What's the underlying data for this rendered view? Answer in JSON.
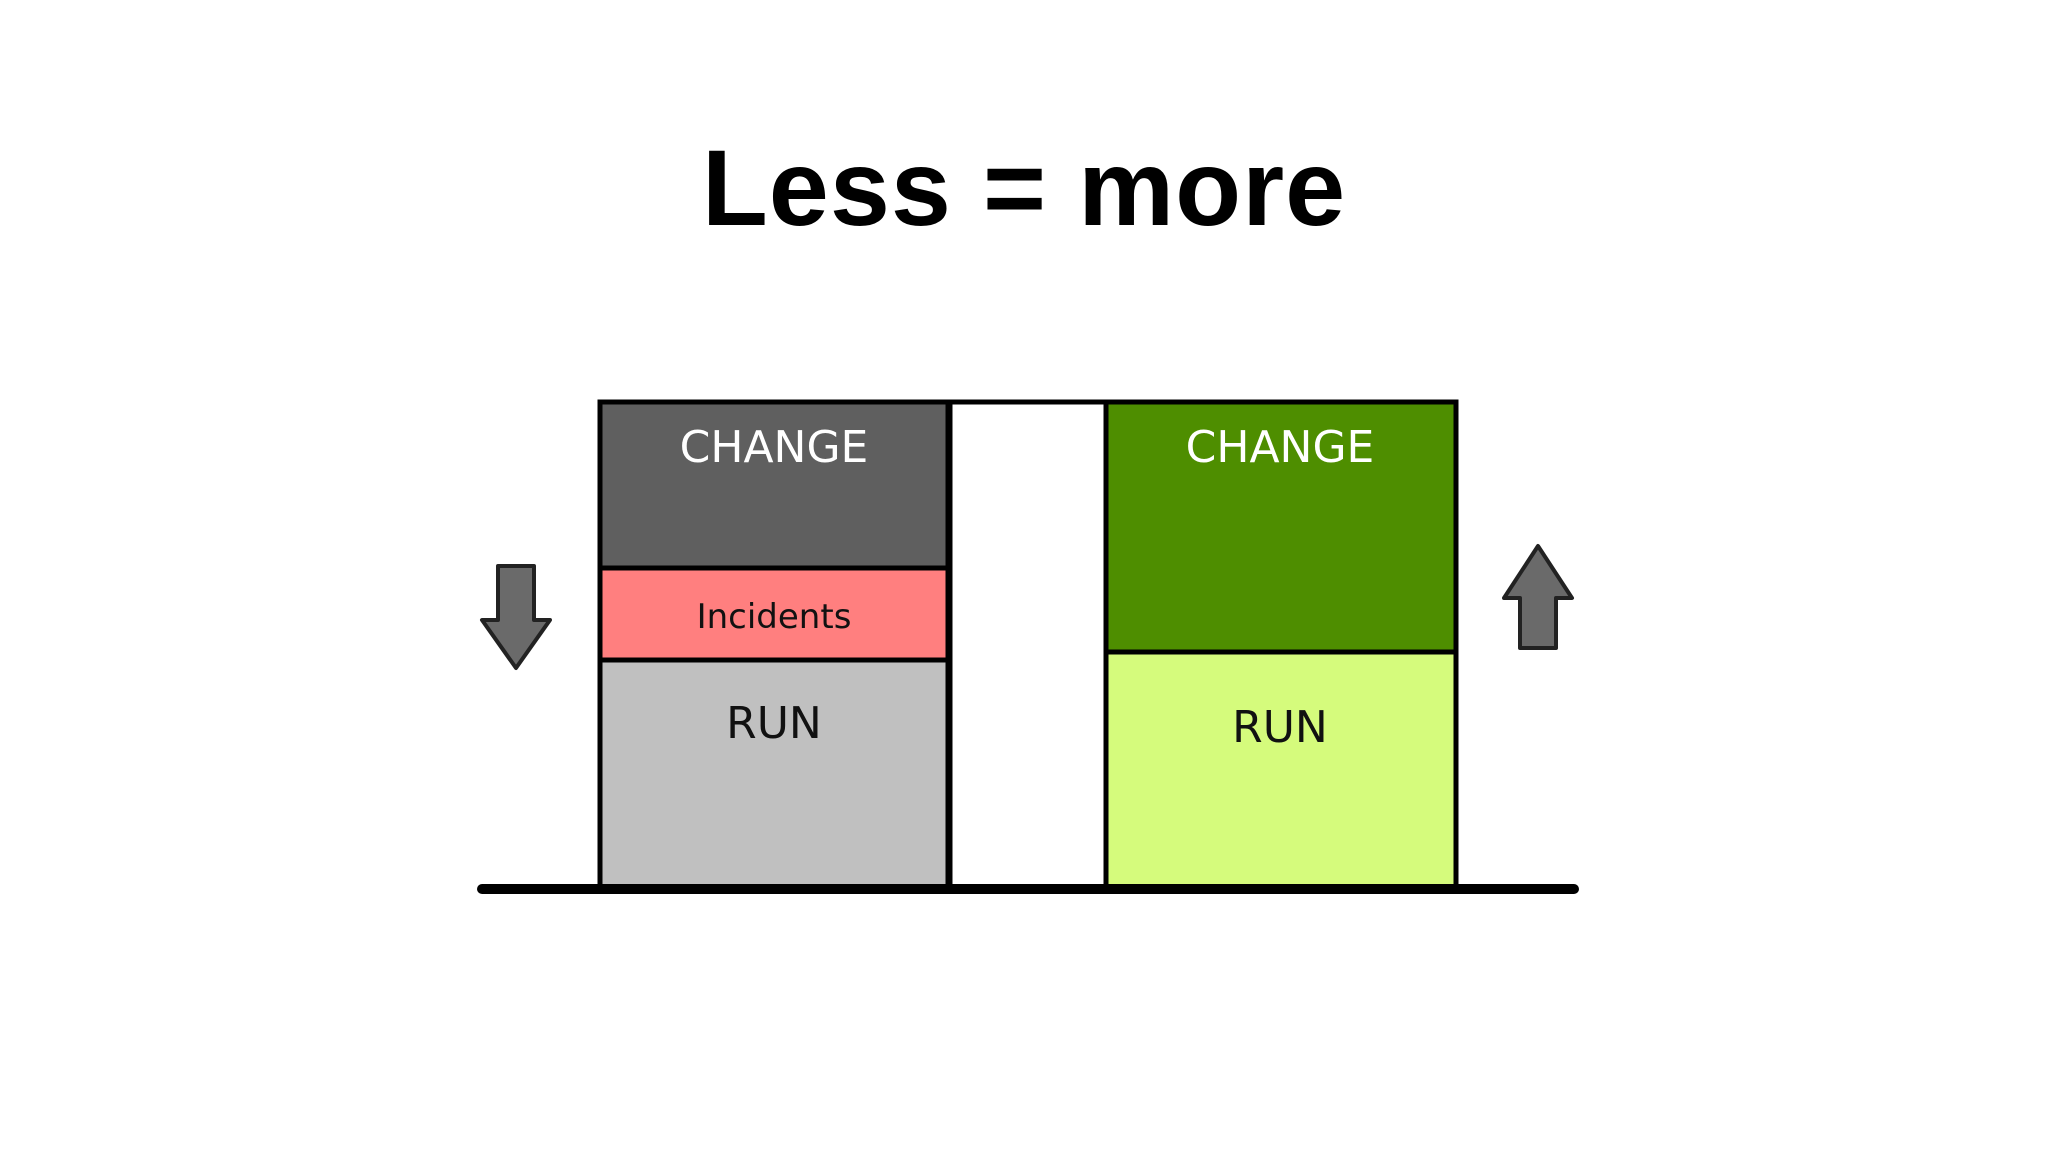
{
  "slide": {
    "title": "Less = more"
  },
  "left_column": {
    "top_label": "CHANGE",
    "middle_label": "Incidents",
    "bottom_label": "RUN",
    "trend_arrow": "down-arrow-icon"
  },
  "right_column": {
    "top_label": "CHANGE",
    "bottom_label": "RUN",
    "trend_arrow": "up-arrow-icon"
  },
  "colors": {
    "left_change": "#5f5f5f",
    "left_incidents": "#ff7f7f",
    "left_run": "#c0c0c0",
    "right_change": "#4e8e00",
    "right_run": "#d5fb7c",
    "arrow_fill": "#6a6a6a",
    "outline": "#000000"
  }
}
